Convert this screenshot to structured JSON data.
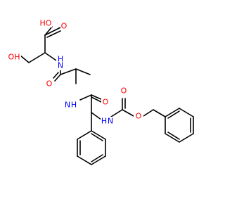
{
  "molecule": {
    "atoms": [
      {
        "id": "HO_top",
        "text": "HO",
        "color": "#ff0000"
      },
      {
        "id": "O_acid",
        "text": "O",
        "color": "#ff0000"
      },
      {
        "id": "OH_ser",
        "text": "OH",
        "color": "#ff0000"
      },
      {
        "id": "H_1",
        "text": "H",
        "color": "#0000ff"
      },
      {
        "id": "N_1",
        "text": "N",
        "color": "#0000ff"
      },
      {
        "id": "O_ala",
        "text": "O",
        "color": "#ff0000"
      },
      {
        "id": "N_2",
        "text": "N",
        "color": "#0000ff"
      },
      {
        "id": "H_2",
        "text": "H",
        "color": "#0000ff"
      },
      {
        "id": "O_phe",
        "text": "O",
        "color": "#ff0000"
      },
      {
        "id": "O_carb",
        "text": "O",
        "color": "#ff0000"
      },
      {
        "id": "O_ester",
        "text": "O",
        "color": "#ff0000"
      },
      {
        "id": "H_3",
        "text": "H",
        "color": "#0000ff"
      },
      {
        "id": "N_3",
        "text": "N",
        "color": "#0000ff"
      }
    ],
    "bond_color": "#000000"
  }
}
